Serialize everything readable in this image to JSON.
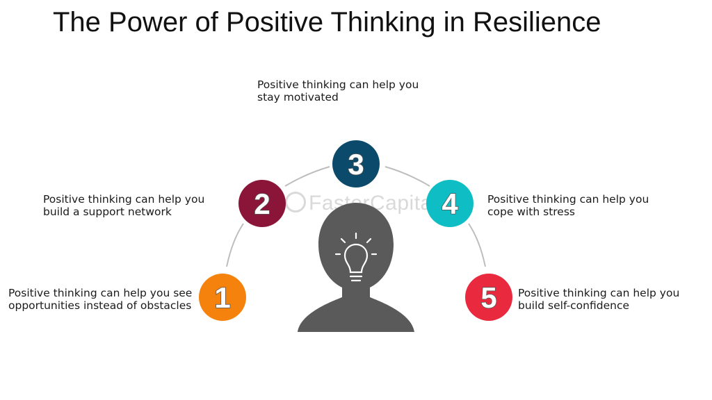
{
  "title": "The Power of Positive Thinking in Resilience",
  "watermark": "FasterCapital",
  "icons": {
    "head": "person-head-silhouette-icon",
    "bulb": "lightbulb-icon"
  },
  "steps": [
    {
      "number": "1",
      "text": "Positive thinking can help you see opportunities instead of obstacles",
      "color": "#f5820c"
    },
    {
      "number": "2",
      "text": "Positive thinking can help you build a support network",
      "color": "#8a1538"
    },
    {
      "number": "3",
      "text": "Positive thinking can help you stay motivated",
      "color": "#0b4a6b"
    },
    {
      "number": "4",
      "text": "Positive thinking can help you cope with stress",
      "color": "#0fbec4"
    },
    {
      "number": "5",
      "text": "Positive thinking can help you build self-confidence",
      "color": "#e9293e"
    }
  ]
}
